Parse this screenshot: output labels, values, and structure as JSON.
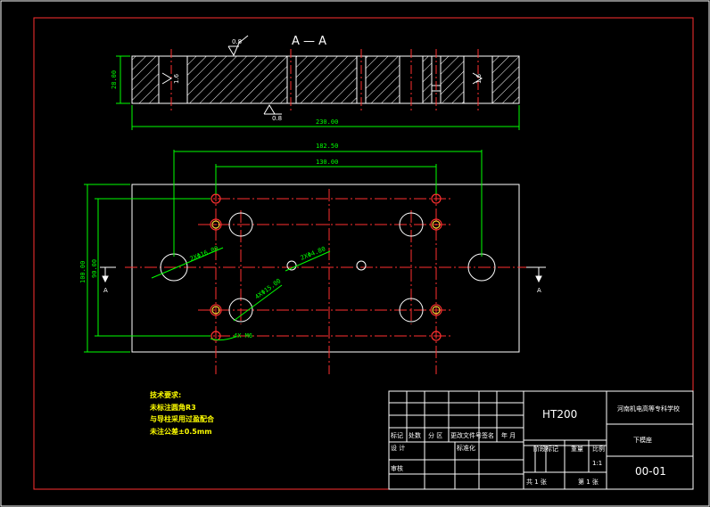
{
  "section": {
    "title": "A — A",
    "roughness_top": "0.8",
    "roughness_bottom": "0.8",
    "roughness_left": "1.6",
    "roughness_right": "1.6",
    "height_dim": "28.00",
    "length_dim": "230.00"
  },
  "plan": {
    "dim_182": "182.50",
    "dim_130": "130.00",
    "dim_100": "100.00",
    "dim_90": "90.00",
    "hole_large": "2XΦ16.00",
    "hole_small": "2XΦ4.80",
    "hole_mid": "4XΦ15.00",
    "hole_pin": "4X M6",
    "cut_left": "A",
    "cut_right": "A"
  },
  "requirements": {
    "heading": "技术要求:",
    "line1": "未标注圆角R3",
    "line2": "与导柱采用过盈配合",
    "line3": "未注公差±0.5mm"
  },
  "title_block": {
    "material": "HT200",
    "school": "河南机电高等专科学校",
    "part_name": "下模座",
    "drawing_no": "00-01",
    "scale": "1:1",
    "sheet_total": "共 1 张",
    "sheet_no": "第 1 张",
    "h_mark": "标记",
    "h_count": "处数",
    "h_zone": "分 区",
    "h_change": "更改文件号",
    "h_sign": "签名",
    "h_date": "年 月",
    "h_design": "设 计",
    "h_std": "标准化",
    "h_review": "审核",
    "h_stage": "阶段标记",
    "h_weight": "重量",
    "h_ratio": "比例"
  }
}
